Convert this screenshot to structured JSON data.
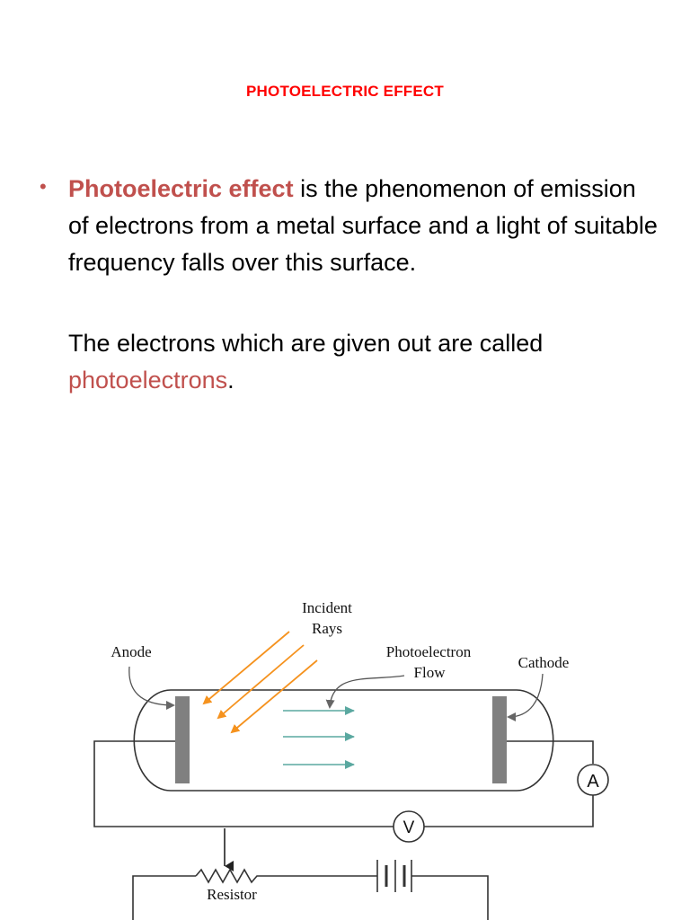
{
  "title": "PHOTOELECTRIC EFFECT",
  "paragraph1": {
    "term": "Photoelectric effect",
    "text": " is the phenomenon of emission of electrons from a metal surface and a light of suitable frequency falls over this surface."
  },
  "paragraph2": {
    "text": "The electrons which are given out are called ",
    "term": "photoelectrons",
    "end": "."
  },
  "diagram": {
    "incident_line1": "Incident",
    "incident_line2": "Rays",
    "anode": "Anode",
    "photo_line1": "Photoelectron",
    "photo_line2": "Flow",
    "cathode": "Cathode",
    "ammeter": "A",
    "voltmeter": "V",
    "resistor": "Resistor"
  },
  "colors": {
    "title": "#ff0000",
    "highlight": "#c0504d",
    "rays": "#f5921e",
    "electrons": "#5aa8a0",
    "plate": "#808080"
  }
}
